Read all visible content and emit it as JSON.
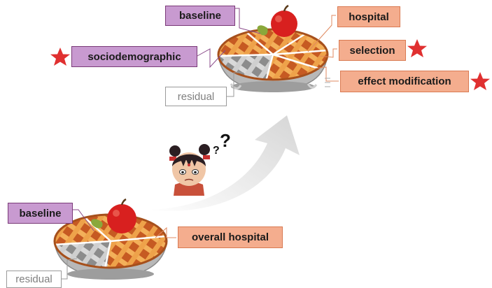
{
  "colors": {
    "baseline_fill": "#c89ad0",
    "component_fill": "#f4ad8e",
    "residual_text": "#7f7f7f",
    "star": "#e03030",
    "arrow": "#e6e6e6",
    "leader_purple": "#8a4a8a",
    "leader_orange": "#e08a60"
  },
  "top_pie": {
    "labels": {
      "baseline": "baseline",
      "sociodemographic": "sociodemographic",
      "hospital": "hospital",
      "selection": "selection",
      "effect_modification": "effect modification",
      "residual": "residual"
    },
    "starred": [
      "sociodemographic",
      "selection",
      "effect modification"
    ]
  },
  "bottom_pie": {
    "labels": {
      "baseline": "baseline",
      "overall_hospital": "overall hospital",
      "residual": "residual"
    }
  },
  "thinking_mark": "?",
  "icons": [
    "apple-pie-icon",
    "apple-icon",
    "star-icon",
    "curved-arrow",
    "confused-girl-icon"
  ]
}
